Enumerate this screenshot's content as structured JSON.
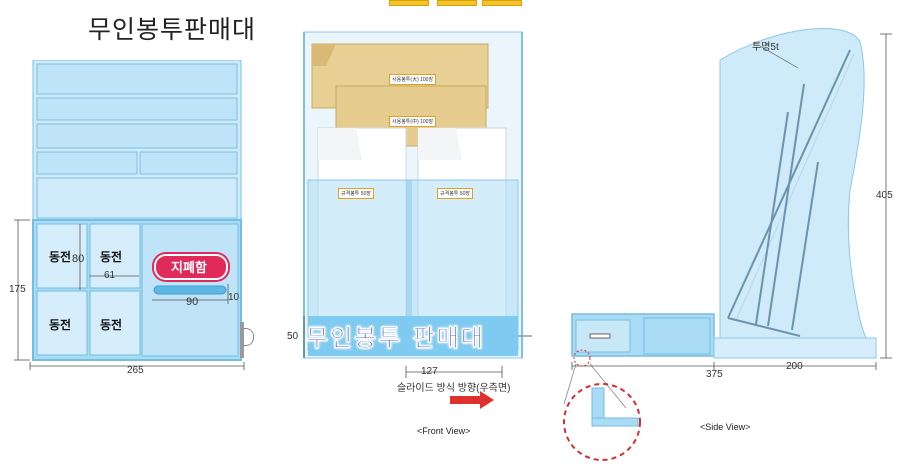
{
  "title": "무인봉투판매대",
  "front_left": {
    "coins": [
      "동전",
      "동전",
      "동전",
      "동전"
    ],
    "badge": "지폐함",
    "dims": {
      "width": "265",
      "height": "175",
      "h_inner": "80",
      "w_inner": "61",
      "slot_w": "90",
      "slot_h": "10"
    }
  },
  "front_view": {
    "banner": "무인봉투 판매대",
    "labels": [
      "사용봉투(大) 100장",
      "사용봉투(中) 100장",
      "규격봉투 50장",
      "규격봉투 50장"
    ],
    "dims": {
      "height": "50",
      "width": "127"
    },
    "slide_note": "슬라이드 방식 방향(우측면)",
    "caption": "<Front View>"
  },
  "side_view": {
    "material": "투명5t",
    "dims": {
      "height": "405",
      "depth": "375",
      "base": "200"
    },
    "caption": "<Side View>"
  },
  "colors": {
    "panel": "#a9dbf4",
    "edge": "#74bde3",
    "accent": "#e0302e",
    "banner_text": "#1a2ea8",
    "box": "#e8cf93"
  }
}
